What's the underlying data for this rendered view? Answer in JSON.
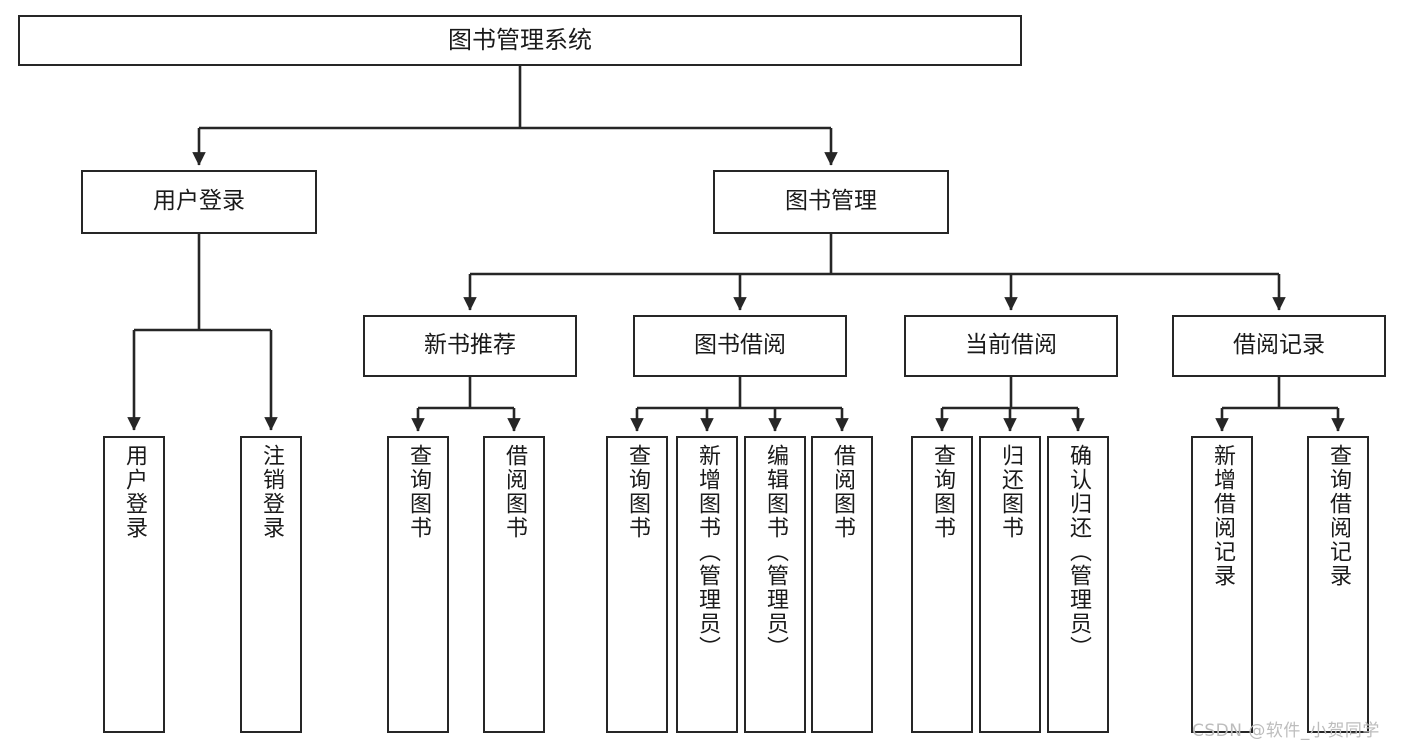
{
  "diagram": {
    "title": "图书管理系统",
    "type": "hierarchy-tree",
    "colors": {
      "box_border": "#262626",
      "box_fill": "#ffffff",
      "connector": "#262626",
      "text": "#1a1a1a",
      "watermark": "#bdbdbd"
    },
    "levels": {
      "root": {
        "label": "图书管理系统"
      },
      "level2": [
        {
          "id": "user-login",
          "label": "用户登录"
        },
        {
          "id": "book-management",
          "label": "图书管理"
        }
      ],
      "level3": [
        {
          "id": "new-book-recommend",
          "label": "新书推荐"
        },
        {
          "id": "book-borrow",
          "label": "图书借阅"
        },
        {
          "id": "current-borrow",
          "label": "当前借阅"
        },
        {
          "id": "borrow-record",
          "label": "借阅记录"
        }
      ],
      "leaves": {
        "user_login": [
          {
            "id": "leaf-user-login",
            "label": "用户登录"
          },
          {
            "id": "leaf-logout-login",
            "label": "注销登录"
          }
        ],
        "new_book_recommend": [
          {
            "id": "leaf-query-book-1",
            "label": "查询图书"
          },
          {
            "id": "leaf-borrow-book-1",
            "label": "借阅图书"
          }
        ],
        "book_borrow": [
          {
            "id": "leaf-query-book-2",
            "label": "查询图书"
          },
          {
            "id": "leaf-add-book-admin",
            "label": "新增图书（管理员）"
          },
          {
            "id": "leaf-edit-book-admin",
            "label": "编辑图书（管理员）"
          },
          {
            "id": "leaf-borrow-book-2",
            "label": "借阅图书"
          }
        ],
        "current_borrow": [
          {
            "id": "leaf-query-book-3",
            "label": "查询图书"
          },
          {
            "id": "leaf-return-book",
            "label": "归还图书"
          },
          {
            "id": "leaf-confirm-return-admin",
            "label": "确认归还（管理员）"
          }
        ],
        "borrow_record": [
          {
            "id": "leaf-add-borrow-record",
            "label": "新增借阅记录"
          },
          {
            "id": "leaf-query-borrow-record",
            "label": "查询借阅记录"
          }
        ]
      }
    },
    "watermark": "CSDN @软件_小贺同学"
  }
}
